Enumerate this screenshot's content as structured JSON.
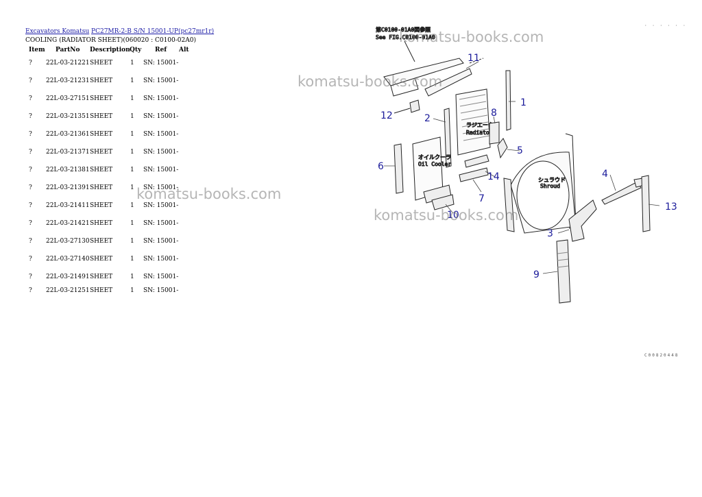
{
  "breadcrumb": {
    "link1": "Excavators Komatsu",
    "link2": "PC27MR-2-B S/N 15001-UP(pc27mr1r)"
  },
  "subtitle": "COOLING (RADIATOR SHEET)(060020 : C0100-02A0)",
  "table": {
    "headers": {
      "item": "Item",
      "partno": "PartNo",
      "description": "Description",
      "qty": "Qty",
      "ref": "Ref",
      "alt": "Alt"
    },
    "rows": [
      {
        "item": "?",
        "partno": "22L-03-21221",
        "description": "SHEET",
        "qty": "1",
        "ref": "SN: 15001-"
      },
      {
        "item": "?",
        "partno": "22L-03-21231",
        "description": "SHEET",
        "qty": "1",
        "ref": "SN: 15001-"
      },
      {
        "item": "?",
        "partno": "22L-03-27151",
        "description": "SHEET",
        "qty": "1",
        "ref": "SN: 15001-"
      },
      {
        "item": "?",
        "partno": "22L-03-21351",
        "description": "SHEET",
        "qty": "1",
        "ref": "SN: 15001-"
      },
      {
        "item": "?",
        "partno": "22L-03-21361",
        "description": "SHEET",
        "qty": "1",
        "ref": "SN: 15001-"
      },
      {
        "item": "?",
        "partno": "22L-03-21371",
        "description": "SHEET",
        "qty": "1",
        "ref": "SN: 15001-"
      },
      {
        "item": "?",
        "partno": "22L-03-21381",
        "description": "SHEET",
        "qty": "1",
        "ref": "SN: 15001-"
      },
      {
        "item": "?",
        "partno": "22L-03-21391",
        "description": "SHEET",
        "qty": "1",
        "ref": "SN: 15001-"
      },
      {
        "item": "?",
        "partno": "22L-03-21411",
        "description": "SHEET",
        "qty": "1",
        "ref": "SN: 15001-"
      },
      {
        "item": "?",
        "partno": "22L-03-21421",
        "description": "SHEET",
        "qty": "1",
        "ref": "SN: 15001-"
      },
      {
        "item": "?",
        "partno": "22L-03-27130",
        "description": "SHEET",
        "qty": "1",
        "ref": "SN: 15001-"
      },
      {
        "item": "?",
        "partno": "22L-03-27140",
        "description": "SHEET",
        "qty": "1",
        "ref": "SN: 15001-"
      },
      {
        "item": "?",
        "partno": "22L-03-21491",
        "description": "SHEET",
        "qty": "1",
        "ref": "SN: 15001-"
      },
      {
        "item": "?",
        "partno": "22L-03-21251",
        "description": "SHEET",
        "qty": "1",
        "ref": "SN: 15001-"
      }
    ]
  },
  "watermark": "komatsu-books.com",
  "diagram": {
    "ref_line1": "第C0100-01A0図参照",
    "ref_line2": "See FIG.C0100-01A0",
    "label_radiator_jp": "ラジエータ",
    "label_radiator": "Radiator",
    "label_oilcooler_jp": "オイルクーラ",
    "label_oilcooler": "Oil Cooler",
    "label_shroud_jp": "シュラウド",
    "label_shroud": "Shroud",
    "callouts": [
      "1",
      "2",
      "3",
      "4",
      "5",
      "6",
      "7",
      "8",
      "9",
      "10",
      "11",
      "12",
      "13",
      "14"
    ],
    "corner_code_top": "· · · · · ·",
    "corner_code_bottom": "C00820448"
  }
}
